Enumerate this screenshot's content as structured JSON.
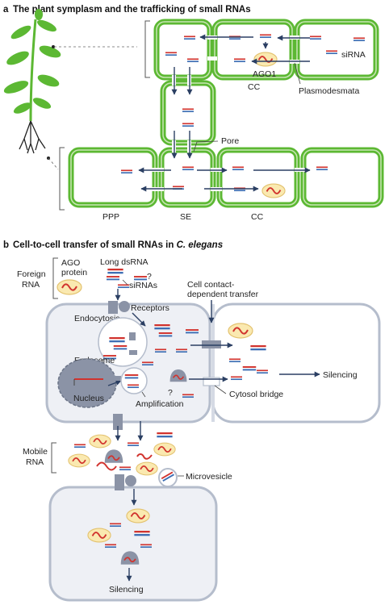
{
  "colors": {
    "plant_wall": "#5cb833",
    "plant_wall_light": "#c8e6b4",
    "rna_red": "#d1332e",
    "rna_blue": "#3b6db3",
    "arrow": "#2b3f63",
    "cell_fill": "#eef0f5",
    "cell_border": "#b5bdcc",
    "grey_shape": "#8b93a6",
    "ago_fill": "#fae9b0",
    "ago_stroke": "#e3c26f"
  },
  "panel_a": {
    "letter": "a",
    "title": "The plant symplasm and the trafficking of small RNAs",
    "labels": {
      "ago1": "AGO1",
      "sirna": "siRNA",
      "cc_top": "CC",
      "plasmodesmata": "Plasmodesmata",
      "pore": "Pore",
      "ppp": "PPP",
      "se": "SE",
      "cc_bottom": "CC"
    }
  },
  "panel_b": {
    "letter": "b",
    "title_prefix": "Cell-to-cell transfer of small RNAs in ",
    "title_species": "C. elegans",
    "labels": {
      "foreign_rna_1": "Foreign",
      "foreign_rna_2": "RNA",
      "ago_protein_1": "AGO",
      "ago_protein_2": "protein",
      "long_dsrna": "Long dsRNA",
      "question": "?",
      "sirnas": "siRNAs",
      "cell_contact_1": "Cell contact-",
      "cell_contact_2": "dependent transfer",
      "receptors": "Receptors",
      "endocytosis": "Endocytosis",
      "endosome": "Endosome",
      "nucleus": "Nucleus",
      "question2": "?",
      "amplification": "Amplification",
      "silencing_right": "Silencing",
      "cytosol_bridge": "Cytosol bridge",
      "mobile_rna_1": "Mobile",
      "mobile_rna_2": "RNA",
      "microvesicle": "Microvesicle",
      "silencing_bottom": "Silencing"
    }
  }
}
